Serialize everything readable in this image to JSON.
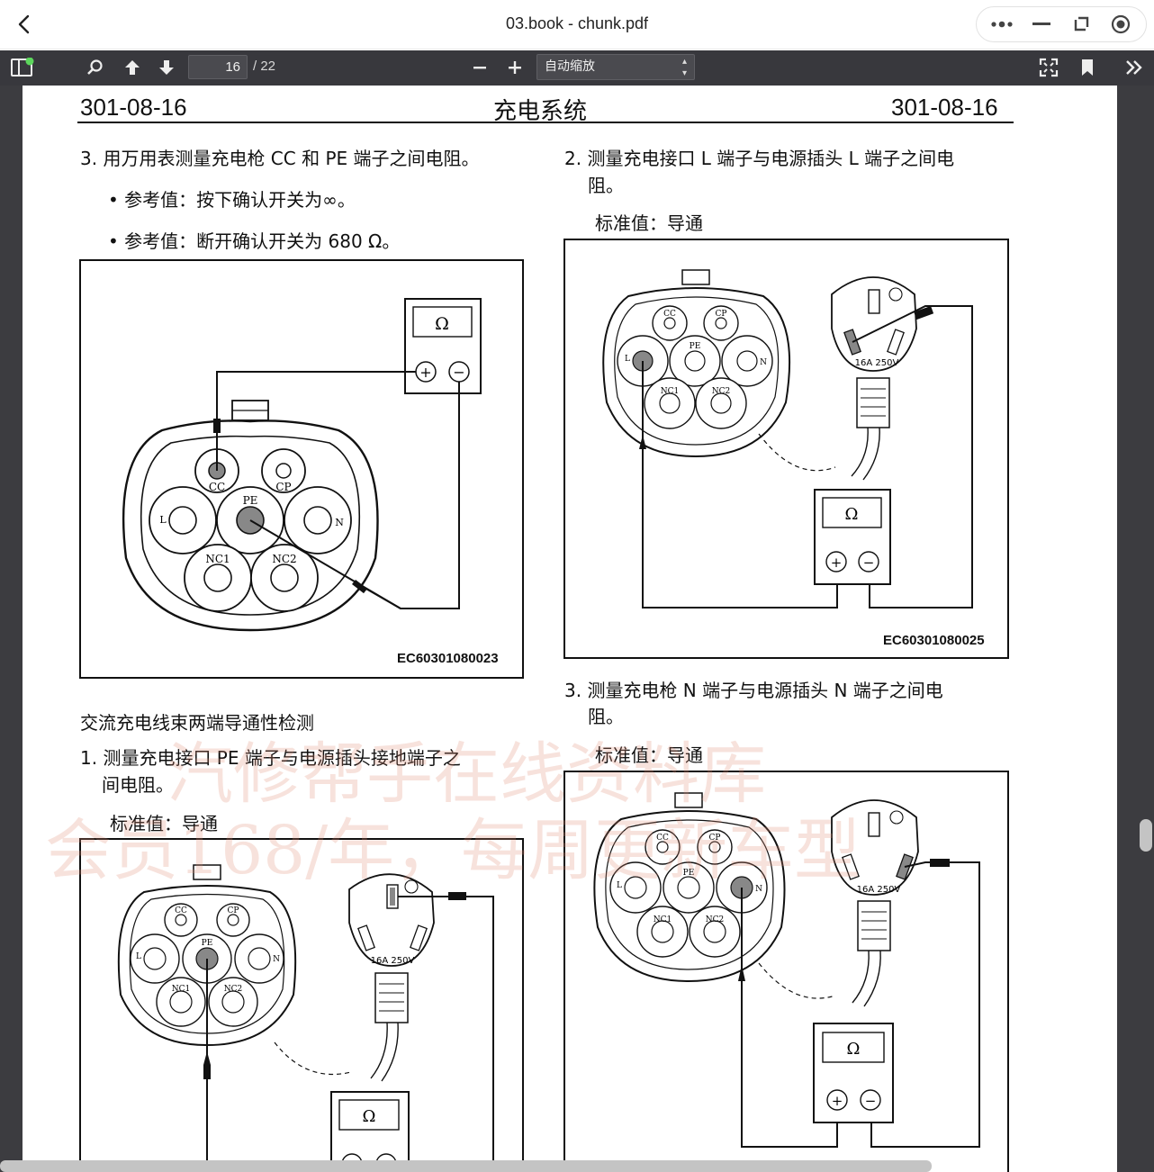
{
  "window": {
    "title": "03.book - chunk.pdf"
  },
  "toolbar": {
    "current_page": "16",
    "page_total": "/ 22",
    "zoom_label": "自动缩放"
  },
  "page": {
    "header": {
      "left_code": "301-08-16",
      "title": "充电系统",
      "right_code": "301-08-16"
    },
    "left_column": {
      "step3": "3. 用万用表测量充电枪 CC 和 PE 端子之间电阻。",
      "ref1": "• 参考值：按下确认开关为∞。",
      "ref2": "• 参考值：断开确认开关为 680 Ω。",
      "figure1_code": "EC60301080023",
      "section_title": "交流充电线束两端导通性检测",
      "step1_line1": "1. 测量充电接口 PE 端子与电源插头接地端子之",
      "step1_line2": "间电阻。",
      "std1": "标准值：导通"
    },
    "right_column": {
      "step2_line1": "2. 测量充电接口 L 端子与电源插头 L 端子之间电",
      "step2_line2": "阻。",
      "std2": "标准值：导通",
      "figure2_code": "EC60301080025",
      "step3_line1": "3. 测量充电枪 N 端子与电源插头 N 端子之间电",
      "step3_line2": "阻。",
      "std3": "标准值：导通"
    },
    "diagram_labels": {
      "cc": "CC",
      "cp": "CP",
      "pe": "PE",
      "l": "L",
      "n": "N",
      "nc1": "NC1",
      "nc2": "NC2",
      "ohm": "Ω",
      "plus": "+",
      "minus": "−",
      "plug_rating": "16A 250V"
    },
    "watermark": {
      "line1": "汽修帮手在线资料库",
      "line2": "会员168/年，每周更新车型"
    }
  },
  "colors": {
    "toolbar_bg": "#38383d",
    "viewer_bg": "#3c3c40",
    "watermark": "#e18c73"
  }
}
